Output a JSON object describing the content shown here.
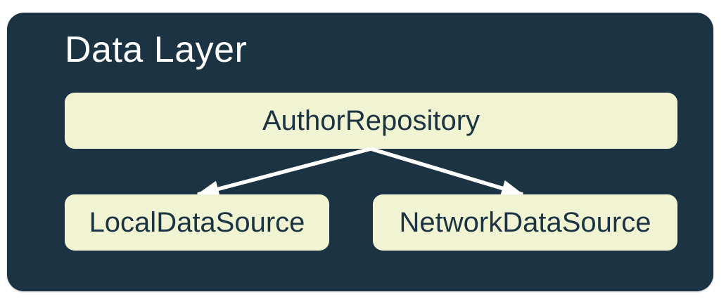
{
  "diagram": {
    "title": "Data Layer",
    "nodes": [
      {
        "id": "repository",
        "label": "AuthorRepository"
      },
      {
        "id": "local",
        "label": "LocalDataSource"
      },
      {
        "id": "network",
        "label": "NetworkDataSource"
      }
    ],
    "edges": [
      {
        "from": "AuthorRepository",
        "to": "LocalDataSource"
      },
      {
        "from": "AuthorRepository",
        "to": "NetworkDataSource"
      }
    ],
    "colors": {
      "page_bg": "#FFFFFF",
      "container_bg": "#1B3342",
      "node_bg": "#F0F4D2",
      "node_text": "#1B3342",
      "title_text": "#FFFFFF",
      "arrow": "#FFFFFF"
    }
  }
}
